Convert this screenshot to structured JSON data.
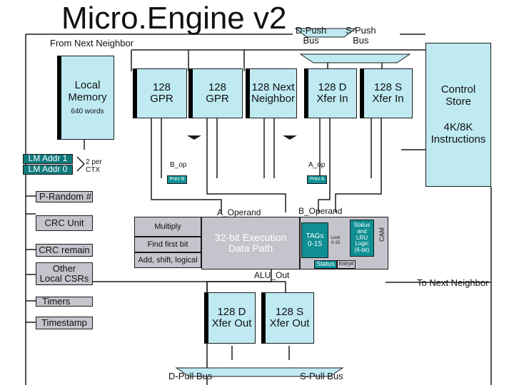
{
  "title": "Micro.Engine v2",
  "buses": {
    "d_push": "D-Push\nBus",
    "s_push": "S-Push\nBus",
    "d_pull": "D-Pull Bus",
    "s_pull": "S-Pull Bus"
  },
  "labels": {
    "from_next_neighbor": "From Next Neighbor",
    "to_next_neighbor": "To Next Neighbor",
    "b_op": "B_op",
    "a_op": "A_op",
    "prev_b": "Prev B",
    "prev_a": "Prev A",
    "a_operand": "A_Operand",
    "b_operand": "B_Operand",
    "alu_out": "ALU_Out",
    "per_ctx": "2 per\nCTX"
  },
  "blocks": {
    "local_memory": "Local\nMemory",
    "local_memory_size": "640 words",
    "gpr_a": "128\nGPR",
    "gpr_b": "128\nGPR",
    "next_neighbor": "128 Next\nNeighbor",
    "d_xfer_in": "128 D\nXfer In",
    "s_xfer_in": "128 S\nXfer In",
    "control_store": "Control\nStore",
    "instructions": "4K/8K\nInstructions",
    "lm_addr_1": "LM Addr 1",
    "lm_addr_0": "LM Addr 0",
    "p_random": "P-Random #",
    "crc_unit": "CRC Unit",
    "crc_remain": "CRC remain",
    "other_csrs": "Other\nLocal CSRs",
    "timers": "Timers",
    "timestamp": "Timestamp",
    "d_xfer_out": "128 D\nXfer Out",
    "s_xfer_out": "128 S\nXfer Out"
  },
  "execution": {
    "multiply": "Multiply",
    "find_first_bit": "Find first bit",
    "add_shift_logical": "Add, shift, logical",
    "datapath": "32-bit Execution\nData Path",
    "tags": "TAGs\n0-15",
    "lock": "Lock\n0-15",
    "status_lru": "Status\nand\nLRU\nLogic\n(6-bit)",
    "cam": "CAM",
    "status": "Status",
    "entry": "Entry#"
  }
}
